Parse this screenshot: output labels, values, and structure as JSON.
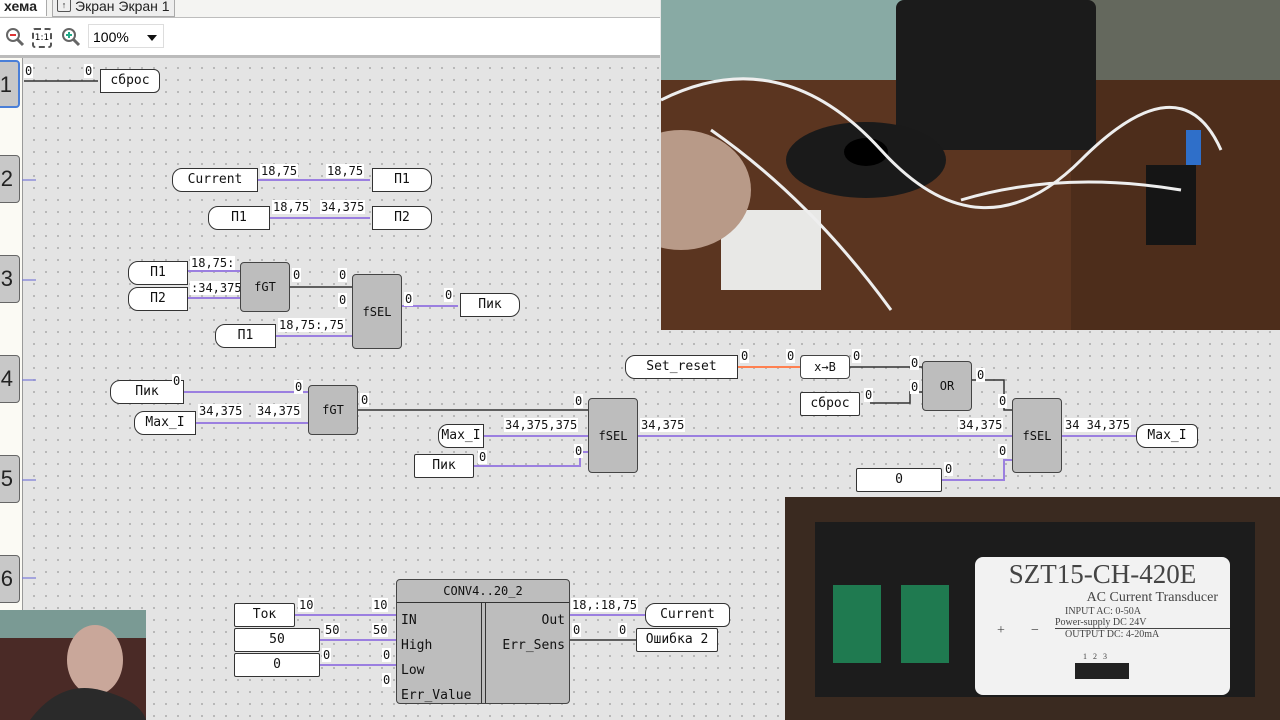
{
  "tabs": [
    {
      "label": "хема",
      "active": true
    },
    {
      "label": "Экран Экран 1",
      "icon": "screen-icon"
    }
  ],
  "toolbar": {
    "zoom_out_icon": "zoom-out-icon",
    "fit_icon": "actual-size-icon",
    "fit_label": "1:1",
    "zoom_in_icon": "zoom-in-icon",
    "zoom_value": "100%"
  },
  "rungs": [
    "1",
    "2",
    "3",
    "4",
    "5",
    "6"
  ],
  "colors": {
    "wire_active": "#9b7fe0",
    "wire_bool": "#333333",
    "wire_orange": "#ff8050",
    "accent": "#4a7fd8"
  },
  "rung1": {
    "lbl_a": "0",
    "lbl_b": "0",
    "tag": "сброс"
  },
  "rung2": {
    "row1": {
      "in": "Current",
      "l1": "18,75",
      "l2": "18,75",
      "out": "П1"
    },
    "row2": {
      "in": "П1",
      "l1": "18,75",
      "l2": "34,375",
      "out": "П2"
    }
  },
  "rung3": {
    "in1": "П1",
    "in2": "П2",
    "in3": "П1",
    "l_in1": "18,75:",
    "l_in2": ":34,375",
    "l_in3": "18,75:,75",
    "fgt": "fGT",
    "fgt_out": "0",
    "sel_in1": "0",
    "sel_in2": "0",
    "fsel": "fSEL",
    "fsel_out": "0",
    "out_lbl": "0",
    "out": "Пик"
  },
  "rung4": {
    "in1": "Пик",
    "in2": "Max_I",
    "l_in1": "0",
    "l_in2": "34,375",
    "l_g1": "0",
    "l_g2": "34,375",
    "fgt": "fGT",
    "fgt_out": "0",
    "sel1_in1": "0",
    "sel1_in2": "34,375,375",
    "sel1_in3": "0",
    "max_i": "Max_I",
    "pik": "Пик",
    "l_pik": "0",
    "fsel1": "fSEL",
    "fsel1_out": "34,375",
    "set_reset": "Set_reset",
    "l_sr": "0",
    "l_xb_in": "0",
    "xb": "x→B",
    "l_xb_out": "0",
    "sbros": "сброс",
    "l_sbros": "0",
    "or_in1": "0",
    "or_in2": "0",
    "or": "OR",
    "or_out": "0",
    "sel2_in1": "0",
    "sel2_in2": "34,375",
    "sel2_in3": "0",
    "fsel2": "fSEL",
    "fsel2_out": "34 34,375",
    "const0": "0",
    "l_const": "0",
    "out": "Max_I"
  },
  "rung6": {
    "in_tok": "Ток",
    "const50": "50",
    "const0": "0",
    "l_tok": "10",
    "l_in": "10",
    "l_50a": "50",
    "l_50b": "50",
    "l_0a": "0",
    "l_0b": "0",
    "l_err": "0",
    "block": "CONV4..20_2",
    "pins_in": [
      "IN",
      "High",
      "Low",
      "Err_Value"
    ],
    "pins_out": [
      "Out",
      "Err_Sens"
    ],
    "l_out": "18,:18,75",
    "l_errs_a": "0",
    "l_errs_b": "0",
    "out_current": "Current",
    "out_err": "Ошибка 2"
  },
  "photo_label": {
    "model": "SZT15-CH-420E",
    "subtitle": "AC Current Transducer",
    "input": "INPUT AC: 0-50A",
    "power": "Power-supply DC 24V",
    "output": "OUTPUT DC: 4-20mA",
    "plus": "+",
    "minus": "−",
    "switch_nums": [
      "1",
      "2",
      "3"
    ]
  }
}
